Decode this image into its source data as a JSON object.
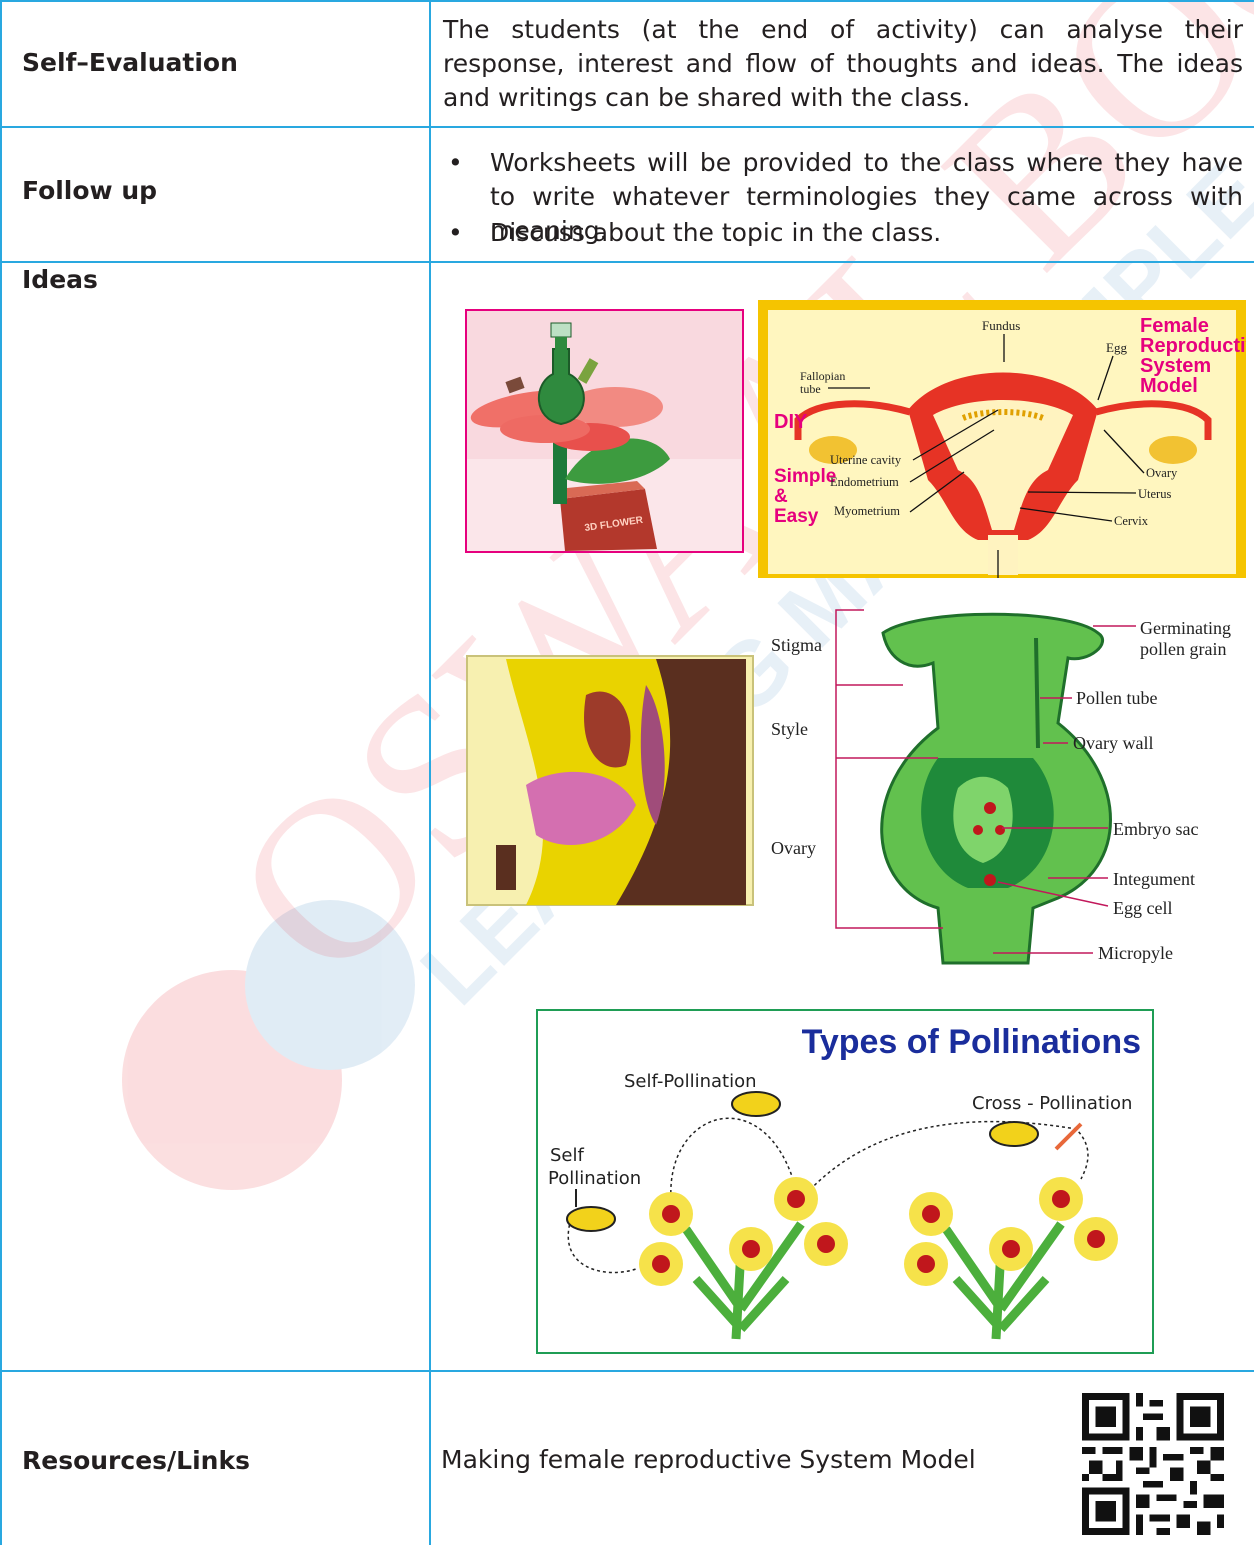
{
  "rows": {
    "self_evaluation": {
      "label": "Self–Evaluation",
      "text": "The students (at the end of activity) can analyse their response, interest and flow of thoughts and ideas. The ideas and writings can be shared with the class."
    },
    "follow_up": {
      "label": "Follow up",
      "bullets": [
        "Worksheets will be provided to the class where they have to write whatever terminologies they came across with meaning.",
        "Discuss about the topic in the class."
      ]
    },
    "ideas": {
      "label": "Ideas"
    },
    "resources": {
      "label": "Resources/Links",
      "text": "Making female reproductive System Model"
    }
  },
  "bullet_glyph": "•",
  "female_model": {
    "title_lines": [
      "Female",
      "Reproductive",
      "System",
      "Model"
    ],
    "diy": "DIY",
    "simple_lines": [
      "Simple",
      "&",
      "Easy"
    ],
    "labels": {
      "fundus": "Fundus",
      "egg": "Egg",
      "fallopian_1": "Fallopian",
      "fallopian_2": "tube",
      "uterine_cavity": "Uterine cavity",
      "endometrium": "Endometrium",
      "myometrium": "Myometrium",
      "ovary": "Ovary",
      "uterus": "Uterus",
      "cervix": "Cervix"
    }
  },
  "pistil_diagram": {
    "left_labels": {
      "stigma": "Stigma",
      "style": "Style",
      "ovary": "Ovary"
    },
    "right_labels": {
      "germinating_1": "Germinating",
      "germinating_2": "pollen grain",
      "pollen_tube": "Pollen tube",
      "ovary_wall": "Ovary wall",
      "embryo_sac": "Embryo sac",
      "integument": "Integument",
      "egg_cell": "Egg cell",
      "micropyle": "Micropyle"
    }
  },
  "pollination": {
    "title": "Types of Pollinations",
    "self_top": "Self-Pollination",
    "cross": "Cross - Pollination",
    "self_left_1": "Self",
    "self_left_2": "Pollination"
  },
  "flower_model_text": "3D FLOWER",
  "watermark": {
    "top": "OSWAAL BOOKS",
    "bottom": "LEARNING MADE SIMPLE"
  },
  "colors": {
    "grid": "#29a8e0",
    "magenta": "#e6007e",
    "green": "#1f9d55"
  }
}
